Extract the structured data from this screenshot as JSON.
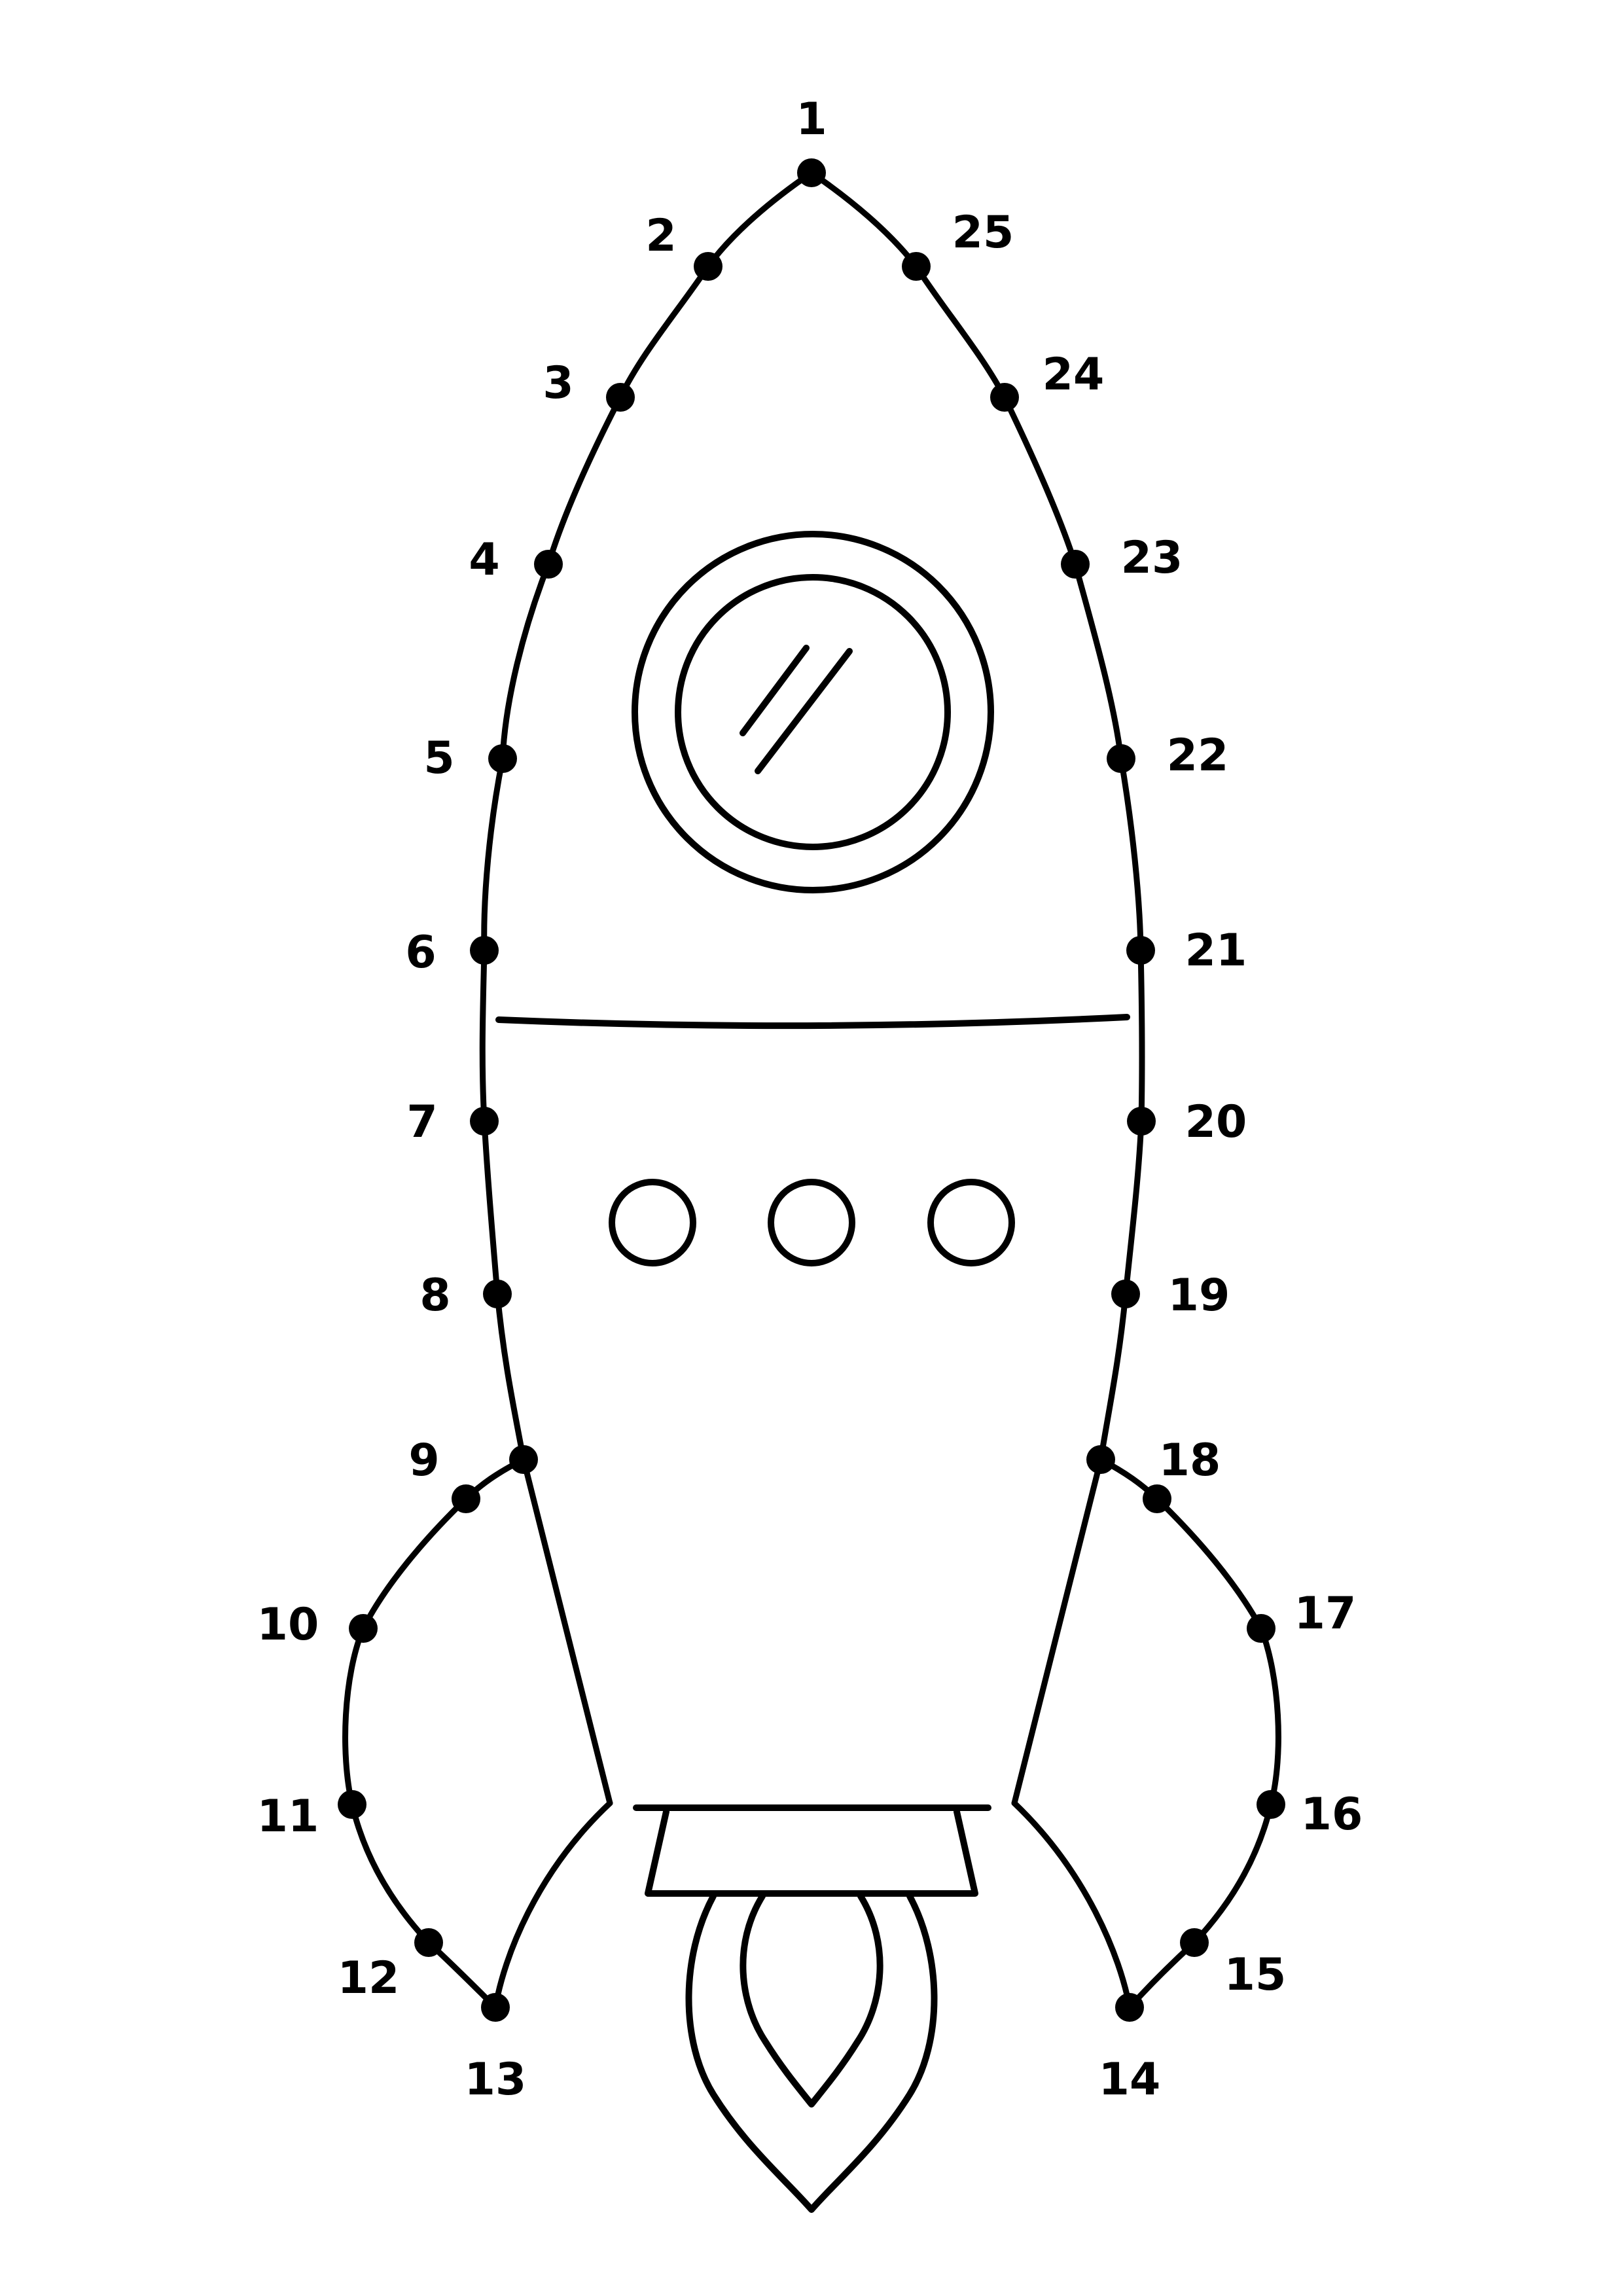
{
  "worksheet": {
    "type": "connect-the-dots",
    "subject": "rocket",
    "ink_color": "#000000",
    "background_color": "#ffffff",
    "dots": [
      {
        "number": "1"
      },
      {
        "number": "2"
      },
      {
        "number": "3"
      },
      {
        "number": "4"
      },
      {
        "number": "5"
      },
      {
        "number": "6"
      },
      {
        "number": "7"
      },
      {
        "number": "8"
      },
      {
        "number": "9"
      },
      {
        "number": "10"
      },
      {
        "number": "11"
      },
      {
        "number": "12"
      },
      {
        "number": "13"
      },
      {
        "number": "14"
      },
      {
        "number": "15"
      },
      {
        "number": "16"
      },
      {
        "number": "17"
      },
      {
        "number": "18"
      },
      {
        "number": "19"
      },
      {
        "number": "20"
      },
      {
        "number": "21"
      },
      {
        "number": "22"
      },
      {
        "number": "23"
      },
      {
        "number": "24"
      },
      {
        "number": "25"
      }
    ]
  }
}
